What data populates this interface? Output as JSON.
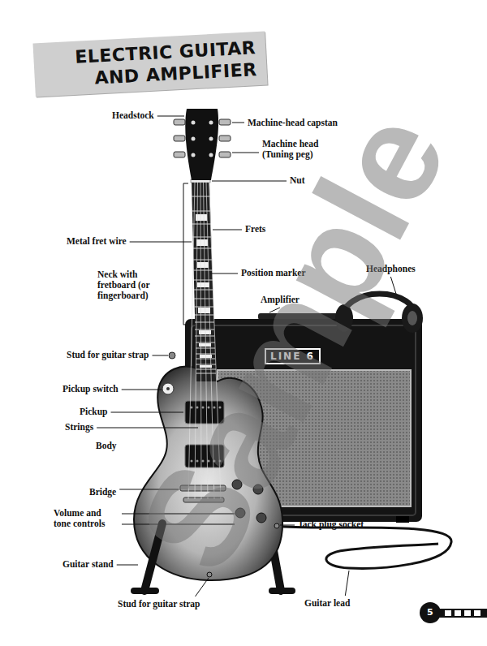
{
  "diagram": {
    "title": "ELECTRIC GUITAR AND AMPLIFIER",
    "labels": [
      "Headstock",
      "Machine-head capstan",
      "Machine head (Tuning peg)",
      "Nut",
      "Frets",
      "Metal fret wire",
      "Neck with fretboard (or fingerboard)",
      "Position marker",
      "Headphones",
      "Amplifier",
      "Stud for guitar strap",
      "Pickup switch",
      "Pickup",
      "Strings",
      "Body",
      "Bridge",
      "Volume and tone controls",
      "Jack plug socket",
      "Guitar stand",
      "Stud for guitar strap",
      "Guitar lead",
      "LINE 6",
      "Sample",
      "5"
    ]
  }
}
